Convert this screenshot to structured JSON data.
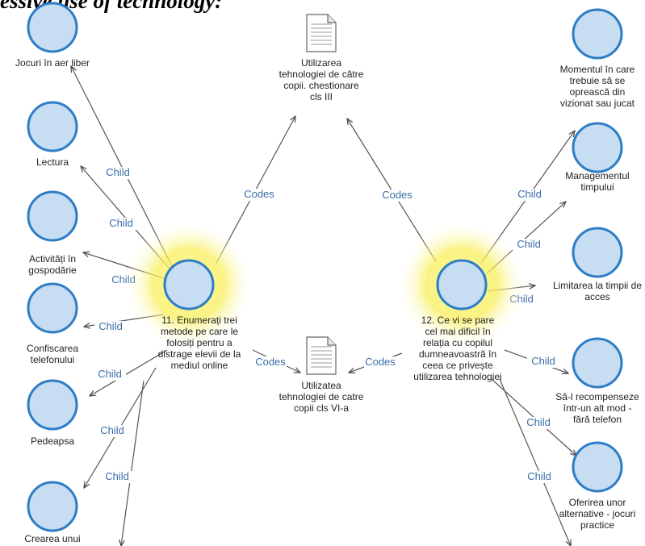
{
  "title": "essive use of technology:",
  "relations": {
    "child": "Child",
    "codes": "Codes"
  },
  "hubs": {
    "left": {
      "lines": [
        "11. Enumerați trei",
        "metode pe care le",
        "folosiți pentru a",
        "distrage elevii de la",
        "mediul online"
      ]
    },
    "right": {
      "lines": [
        "12. Ce vi se pare",
        "cel mai dificil în",
        "relația cu copilul",
        "dumneavoastră în",
        "ceea ce privește",
        "utilizarea tehnologiei"
      ]
    }
  },
  "documents": [
    {
      "id": "doc-top",
      "lines": [
        "Utilizarea",
        "tehnologiei de către",
        "copii. chestionare",
        "cls III"
      ]
    },
    {
      "id": "doc-bottom",
      "lines": [
        "Utilizatea",
        "tehnologiei de catre",
        "copii cls VI-a"
      ]
    }
  ],
  "left_children": [
    {
      "lines": [
        "Jocuri în aer liber"
      ]
    },
    {
      "lines": [
        "Lectura"
      ]
    },
    {
      "lines": [
        "Activități în",
        "gospodărie"
      ]
    },
    {
      "lines": [
        "Confiscarea",
        "telefonului"
      ]
    },
    {
      "lines": [
        "Pedeapsa"
      ]
    },
    {
      "lines": [
        "Crearea unui"
      ]
    }
  ],
  "right_children": [
    {
      "lines": [
        "Momentul în care",
        "trebuie să se",
        "oprească din",
        "vizionat sau jucat"
      ]
    },
    {
      "lines": [
        "Managementul",
        "timpului"
      ]
    },
    {
      "lines": [
        "Limitarea la timpii de",
        "acces"
      ]
    },
    {
      "lines": [
        "Să-l recompenseze",
        "într-un alt mod -",
        "fără telefon"
      ]
    },
    {
      "lines": [
        "Oferirea unor",
        "alternative - jocuri",
        "practice"
      ]
    }
  ],
  "colors": {
    "node_fill": "#c6ddf2",
    "node_stroke": "#2e7dc6",
    "glow": "#f5ec3a",
    "relation_text": "#3b6ea8",
    "edge": "#555555"
  },
  "icons": {
    "node": "circle-node-icon",
    "document": "document-icon"
  }
}
